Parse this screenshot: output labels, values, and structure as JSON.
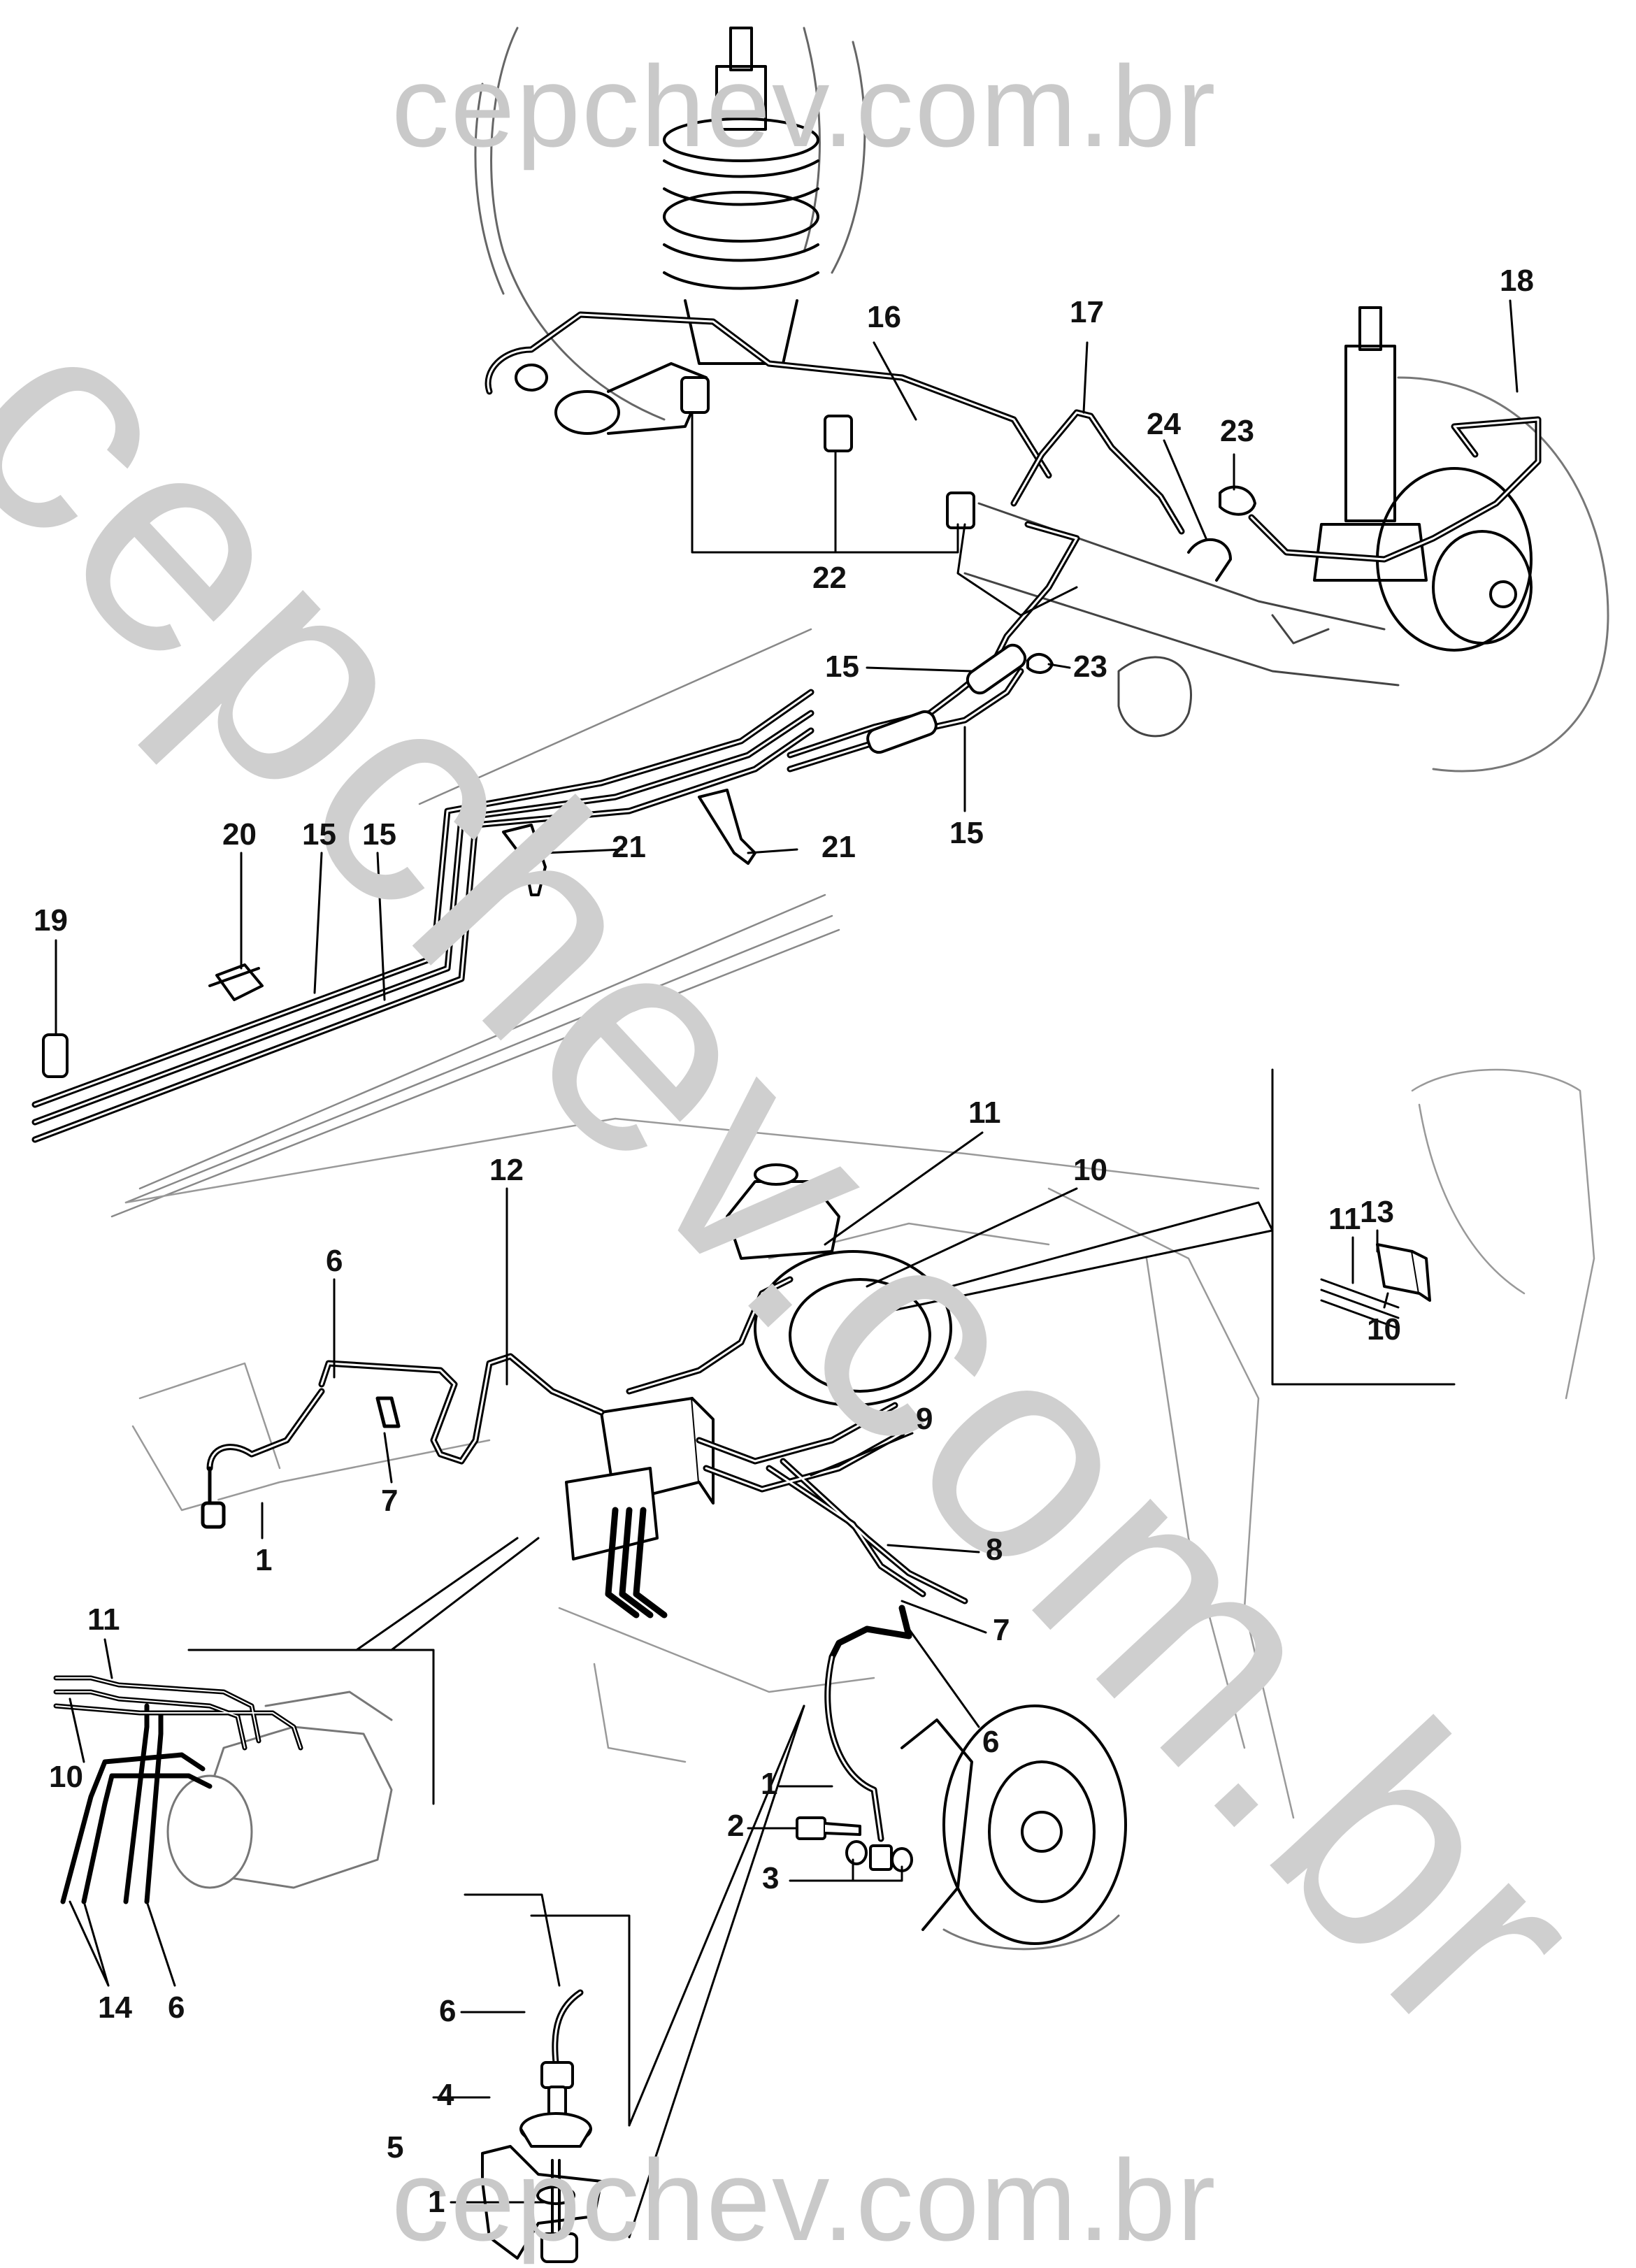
{
  "watermarks": {
    "top": "cepchev.com.br",
    "diagonal": "cepchev.com.br",
    "bottom": "cepchev.com.br"
  },
  "callouts": [
    {
      "id": "c16",
      "text": "16"
    },
    {
      "id": "c17",
      "text": "17"
    },
    {
      "id": "c18",
      "text": "18"
    },
    {
      "id": "c24",
      "text": "24"
    },
    {
      "id": "c23a",
      "text": "23"
    },
    {
      "id": "c22",
      "text": "22"
    },
    {
      "id": "c15a",
      "text": "15"
    },
    {
      "id": "c23b",
      "text": "23"
    },
    {
      "id": "c15b",
      "text": "15"
    },
    {
      "id": "c20",
      "text": "20"
    },
    {
      "id": "c15c",
      "text": "15"
    },
    {
      "id": "c15d",
      "text": "15"
    },
    {
      "id": "c21a",
      "text": "21"
    },
    {
      "id": "c21b",
      "text": "21"
    },
    {
      "id": "c19",
      "text": "19"
    },
    {
      "id": "c11a",
      "text": "11"
    },
    {
      "id": "c10a",
      "text": "10"
    },
    {
      "id": "c13",
      "text": "13"
    },
    {
      "id": "c11b",
      "text": "11"
    },
    {
      "id": "c10b",
      "text": "10"
    },
    {
      "id": "c12",
      "text": "12"
    },
    {
      "id": "c6a",
      "text": "6"
    },
    {
      "id": "c7a",
      "text": "7"
    },
    {
      "id": "c1a",
      "text": "1"
    },
    {
      "id": "c9",
      "text": "9"
    },
    {
      "id": "c8",
      "text": "8"
    },
    {
      "id": "c7b",
      "text": "7"
    },
    {
      "id": "c6b",
      "text": "6"
    },
    {
      "id": "c11c",
      "text": "11"
    },
    {
      "id": "c10c",
      "text": "10"
    },
    {
      "id": "c14",
      "text": "14"
    },
    {
      "id": "c6c",
      "text": "6"
    },
    {
      "id": "c1b",
      "text": "1"
    },
    {
      "id": "c2",
      "text": "2"
    },
    {
      "id": "c3",
      "text": "3"
    },
    {
      "id": "c6d",
      "text": "6"
    },
    {
      "id": "c4",
      "text": "4"
    },
    {
      "id": "c5",
      "text": "5"
    },
    {
      "id": "c1c",
      "text": "1"
    }
  ]
}
